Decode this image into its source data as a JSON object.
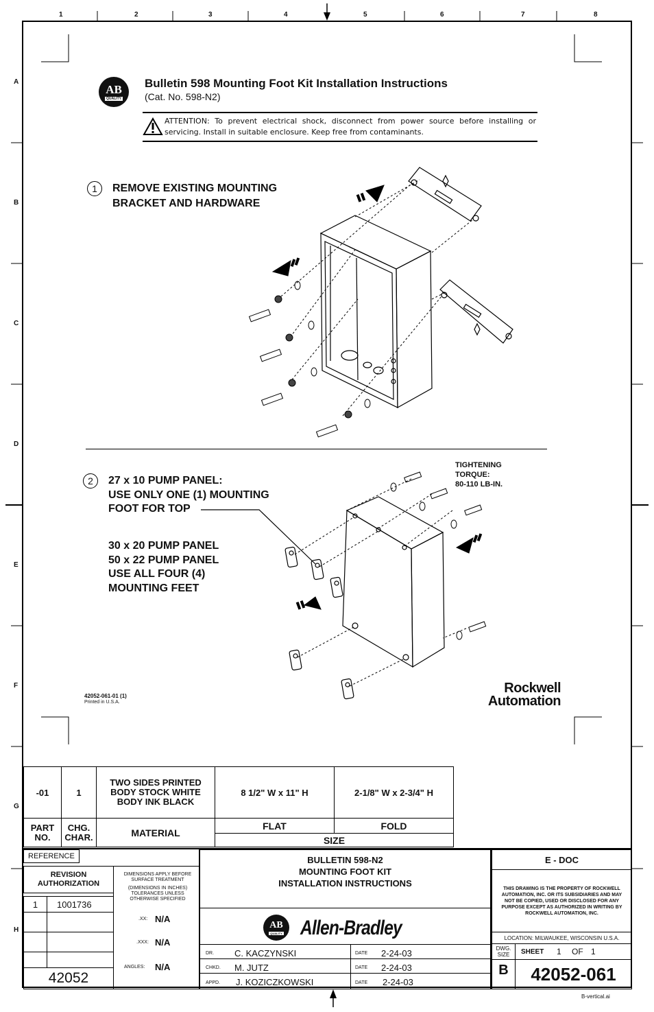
{
  "zones": {
    "columns": [
      "1",
      "2",
      "3",
      "4",
      "5",
      "6",
      "7",
      "8"
    ],
    "rows": [
      "A",
      "B",
      "C",
      "D",
      "E",
      "F",
      "G",
      "H"
    ]
  },
  "header": {
    "logo_text": "AB",
    "logo_sub": "QUALITY",
    "title": "Bulletin 598 Mounting Foot Kit Installation Instructions",
    "cat_no": "(Cat. No. 598-N2)",
    "attention": "ATTENTION: To prevent electrical shock, disconnect from power source before installing or servicing. Install in suitable enclosure. Keep free from contaminants."
  },
  "step1": {
    "num": "1",
    "line1": "REMOVE EXISTING MOUNTING",
    "line2": "BRACKET AND HARDWARE"
  },
  "step2": {
    "num": "2",
    "line1": "27 x 10 PUMP PANEL:",
    "line2": "USE ONLY ONE (1) MOUNTING",
    "line3": "FOOT FOR TOP",
    "line4": "30 x 20 PUMP PANEL",
    "line5": "50 x 22 PUMP PANEL",
    "line6": "USE ALL FOUR (4)",
    "line7": "MOUNTING FEET",
    "torque1": "TIGHTENING",
    "torque2": "TORQUE:",
    "torque3": "80-110 LB-IN."
  },
  "doc": {
    "pub_no": "42052-061-01 (1)",
    "printed": "Printed in U.S.A.",
    "rockwell1": "Rockwell",
    "rockwell2": "Automation"
  },
  "material_table": {
    "part_no": "-01",
    "chg_char": "1",
    "material_l1": "TWO SIDES PRINTED",
    "material_l2": "BODY STOCK WHITE",
    "material_l3": "BODY INK BLACK",
    "flat": "8 1/2\" W x 11\" H",
    "fold": "2-1/8\" W x 2-3/4\" H",
    "h_part": "PART NO.",
    "h_chg": "CHG. CHAR.",
    "h_material": "MATERIAL",
    "h_flat": "FLAT",
    "h_fold": "FOLD",
    "h_size": "SIZE"
  },
  "title_block": {
    "reference": "REFERENCE",
    "revision": "REVISION AUTHORIZATION",
    "rev_no": "1",
    "rev_auth": "1001736",
    "base_no": "42052",
    "dim_note1": "DIMENSIONS APPLY BEFORE SURFACE TREATMENT",
    "dim_note2": "(DIMENSIONS IN INCHES) TOLERANCES UNLESS OTHERWISE SPECIFIED",
    "xx_label": ".XX:",
    "xx_val": "N/A",
    "xxx_label": ".XXX:",
    "xxx_val": "N/A",
    "ang_label": "ANGLES:",
    "ang_val": "N/A",
    "title1": "BULLETIN 598-N2",
    "title2": "MOUNTING FOOT KIT",
    "title3": "INSTALLATION INSTRUCTIONS",
    "brand": "Allen-Bradley",
    "dr_label": "DR.",
    "dr": "C. KACZYNSKI",
    "chkd_label": "CHKD.",
    "chkd": "M. JUTZ",
    "appd_label": "APPD.",
    "appd": "J. KOZICZKOWSKI",
    "date_label": "DATE",
    "date1": "2-24-03",
    "date2": "2-24-03",
    "date3": "2-24-03",
    "edoc": "E - DOC",
    "property": "THIS DRAWING IS THE PROPERTY OF ROCKWELL AUTOMATION, INC. OR ITS SUBSIDIARIES AND MAY NOT BE COPIED, USED OR DISCLOSED FOR ANY PURPOSE EXCEPT AS AUTHORIZED IN WRITING BY ROCKWELL AUTOMATION, INC.",
    "location": "LOCATION:  MILWAUKEE,  WISCONSIN  U.S.A.",
    "dwg_size_label": "DWG. SIZE",
    "dwg_size": "B",
    "sheet_label": "SHEET",
    "sheet_no": "1",
    "of_label": "OF",
    "sheet_total": "1",
    "dwg_no": "42052-061",
    "file": "B-vertical.ai"
  }
}
